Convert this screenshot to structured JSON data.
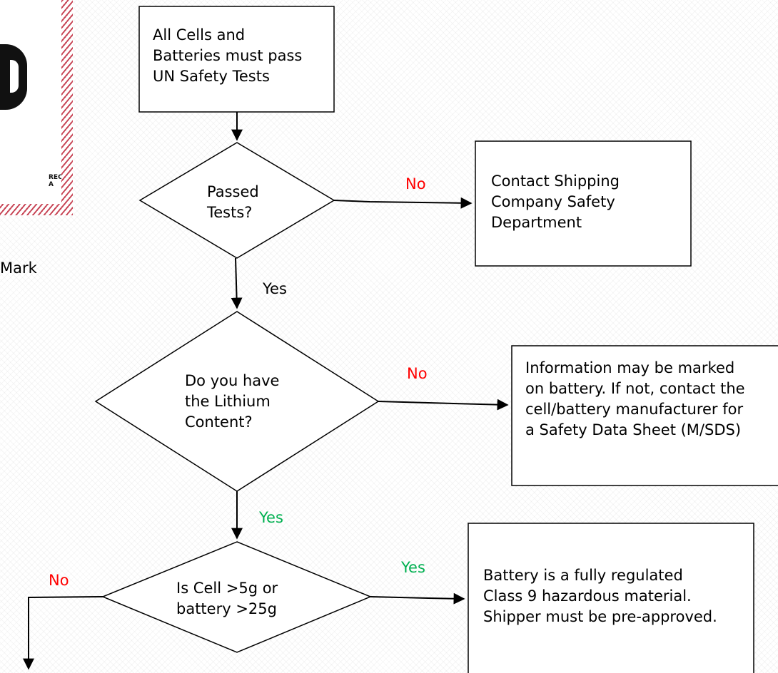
{
  "label_card": {
    "glyph": "lithium-battery-mark-logo",
    "text": "REC\nA"
  },
  "left_caption": "Mark",
  "nodes": {
    "start": "All Cells and\nBatteries must pass\nUN Safety Tests",
    "passed_tests": "Passed\nTests?",
    "contact_shipping": "Contact Shipping\nCompany Safety\nDepartment",
    "lithium_content": "Do you have\nthe Lithium\nContent?",
    "info_marked": "Information may be marked\non battery. If not, contact the\ncell/battery manufacturer for\na Safety Data Sheet (M/SDS)",
    "cell_weight": "Is Cell >5g or\nbattery >25g",
    "fully_regulated": "Battery is a fully regulated\nClass 9 hazardous material.\nShipper must be pre-approved."
  },
  "edges": {
    "passed_no": "No",
    "passed_yes": "Yes",
    "lithium_no": "No",
    "lithium_yes": "Yes",
    "weight_yes": "Yes",
    "weight_no": "No"
  },
  "colors": {
    "no_label": "#ff0000",
    "yes_label_green": "#00b050",
    "stroke": "#000000"
  }
}
